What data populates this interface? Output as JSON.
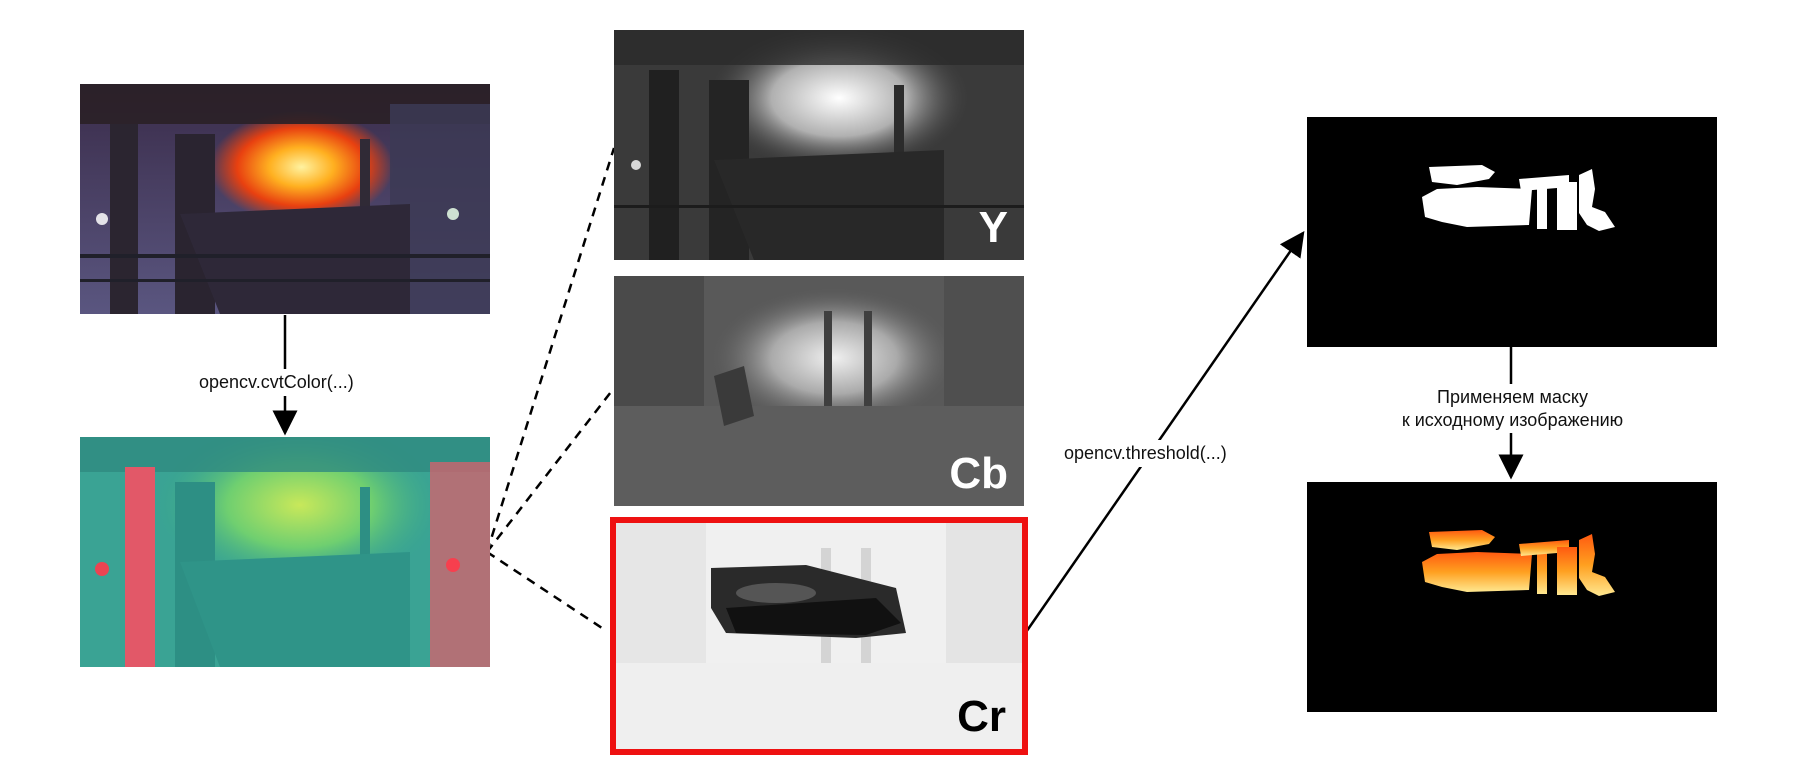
{
  "steps": {
    "convert": "opencv.cvtColor(...)",
    "threshold": "opencv.threshold(...)",
    "apply_mask_line1": "Применяем маску",
    "apply_mask_line2": "к исходному изображению"
  },
  "channels": {
    "y": "Y",
    "cb": "Cb",
    "cr": "Cr"
  },
  "colors": {
    "highlight": "#ee1111"
  }
}
